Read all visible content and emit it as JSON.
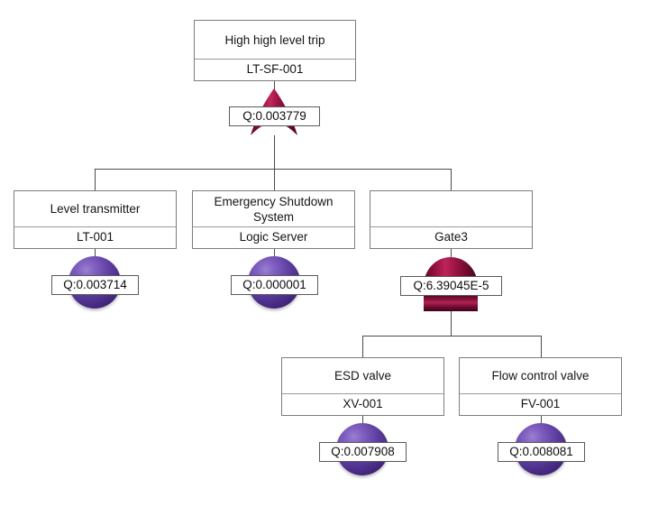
{
  "diagram": {
    "type": "fault-tree",
    "title_node": "High high level trip",
    "background": "#ffffff",
    "colors": {
      "and_gate": "#8e0f3c",
      "or_gate": "#9c0f3f",
      "basic_event": "#5b3c9e",
      "box_border": "#7d7d7d",
      "connector": "#4a4a4a"
    }
  },
  "nodes": {
    "top_event": {
      "title": "High high level trip",
      "id": "LT-SF-001",
      "gate_type": "and-gate",
      "probability": "Q:0.003779"
    },
    "level_transmitter": {
      "title": "Level transmitter",
      "id": "LT-001",
      "event_type": "basic-event",
      "probability": "Q:0.003714"
    },
    "esd_system": {
      "title": "Emergency Shutdown System",
      "id": "Logic Server",
      "event_type": "basic-event",
      "probability": "Q:0.000001"
    },
    "gate3": {
      "title": "",
      "id": "Gate3",
      "gate_type": "or-gate",
      "probability": "Q:6.39045E-5"
    },
    "esd_valve": {
      "title": "ESD valve",
      "id": "XV-001",
      "event_type": "basic-event",
      "probability": "Q:0.007908"
    },
    "flow_control_valve": {
      "title": "Flow control valve",
      "id": "FV-001",
      "event_type": "basic-event",
      "probability": "Q:0.008081"
    }
  }
}
